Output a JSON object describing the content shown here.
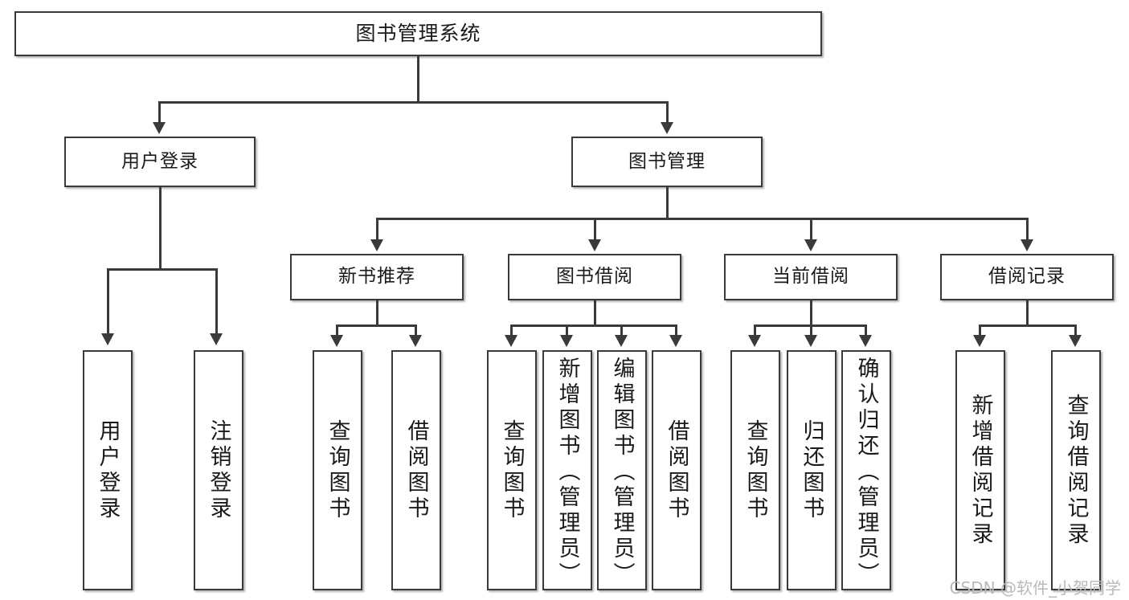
{
  "diagram": {
    "title": "图书管理系统",
    "watermark": "CSDN @软件_小贺同学",
    "line_color": "#3a3a3a",
    "box_fill": "#ffffff",
    "text_color": "#1a1a1a",
    "root": {
      "label": "图书管理系统"
    },
    "level2": [
      {
        "label": "用户登录"
      },
      {
        "label": "图书管理"
      }
    ],
    "level3": [
      {
        "label": "新书推荐"
      },
      {
        "label": "图书借阅"
      },
      {
        "label": "当前借阅"
      },
      {
        "label": "借阅记录"
      }
    ],
    "leaves": [
      {
        "label": "用户登录"
      },
      {
        "label": "注销登录"
      },
      {
        "label": "查询图书"
      },
      {
        "label": "借阅图书"
      },
      {
        "label": "查询图书"
      },
      {
        "label": "新增图书（管理员）"
      },
      {
        "label": "编辑图书（管理员）"
      },
      {
        "label": "借阅图书"
      },
      {
        "label": "查询图书"
      },
      {
        "label": "归还图书"
      },
      {
        "label": "确认归还（管理员）"
      },
      {
        "label": "新增借阅记录"
      },
      {
        "label": "查询借阅记录"
      }
    ]
  }
}
